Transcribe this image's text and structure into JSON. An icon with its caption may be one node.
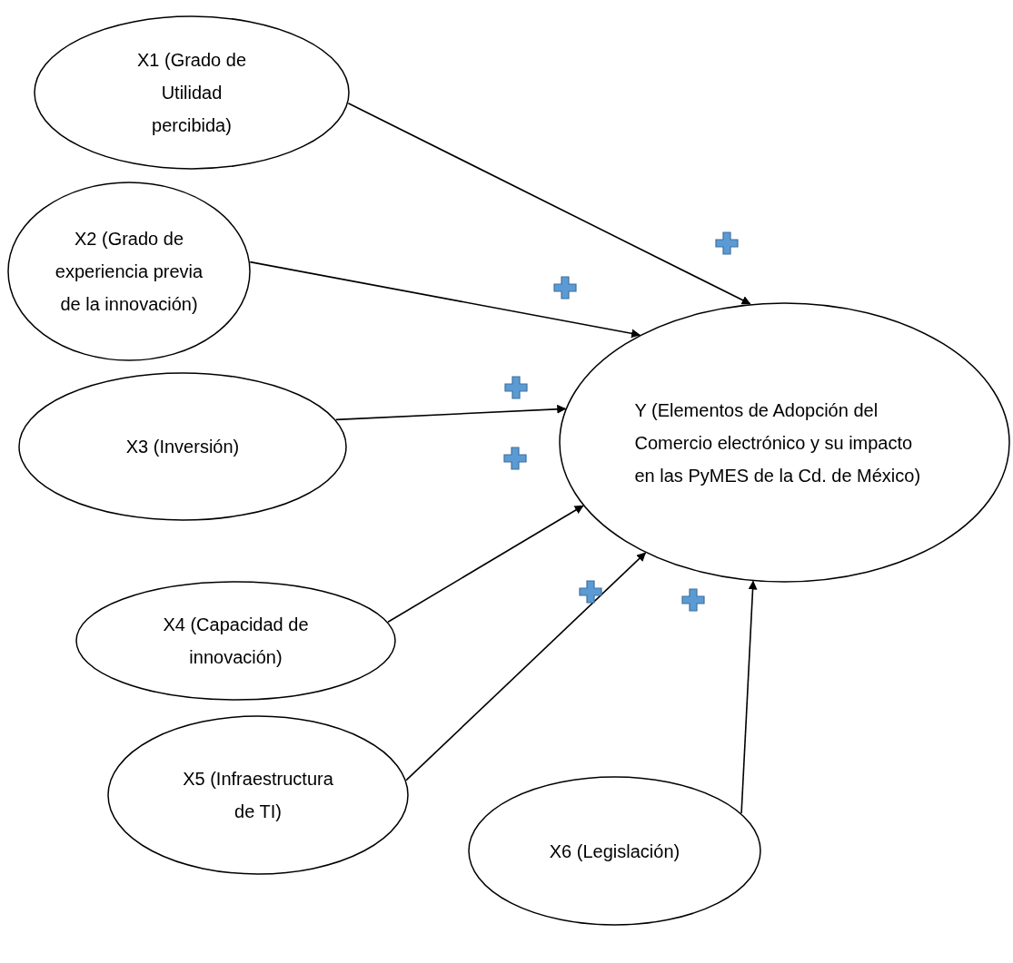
{
  "diagram": {
    "nodes": [
      {
        "text": [
          "X1 (Grado de Utilidad percibida)"
        ]
      },
      {
        "text": [
          "X2 (Grado de experiencia previa de la innovación)"
        ]
      },
      {
        "text": [
          "X3 (Inversión)"
        ]
      },
      {
        "text": [
          "X4 (Capacidad de innovación)"
        ]
      },
      {
        "text": [
          "X5 (Infraestructura de TI)"
        ]
      },
      {
        "text": [
          "X6 (Legislación)"
        ]
      },
      {
        "text": [
          "Y  (Elementos de Adopción del Comercio electrónico y su impacto en las PyMES de la Cd. de México)"
        ]
      }
    ],
    "edges": [
      {
        "from": 0,
        "to": 6,
        "arrow": "to"
      },
      {
        "from": 1,
        "to": 6,
        "arrow": "to"
      },
      {
        "from": 2,
        "to": 6,
        "arrow": "to"
      },
      {
        "from": 3,
        "to": 6,
        "arrow": "to"
      },
      {
        "from": 4,
        "to": 6,
        "arrow": "to"
      },
      {
        "from": 5,
        "to": 6,
        "arrow": "to"
      }
    ]
  }
}
